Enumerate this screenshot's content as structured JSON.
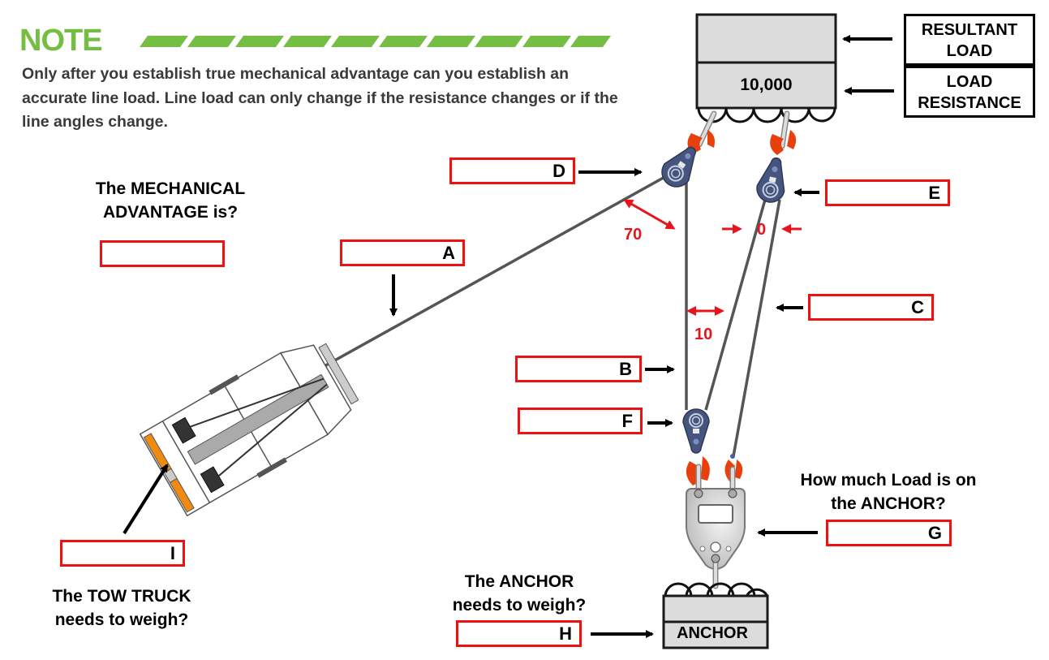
{
  "note": {
    "title": "NOTE",
    "body": "Only after you establish true mechanical advantage can you establish an accurate line load. Line load can only change if the resistance changes or if the line angles change."
  },
  "questions": {
    "mechanical_advantage": "The MECHANICAL ADVANTAGE is?",
    "tow_truck": "The TOW TRUCK needs to weigh?",
    "anchor_weigh": "The ANCHOR needs to weigh?",
    "anchor_load": "How much Load is on the ANCHOR?"
  },
  "answer_boxes": {
    "mechanical_advantage": "",
    "A": "A",
    "B": "B",
    "C": "C",
    "D": "D",
    "E": "E",
    "F": "F",
    "G": "G",
    "H": "H",
    "I": "I"
  },
  "load_block": {
    "resultant_value": "",
    "resistance_value": "10,000",
    "resultant_label": "RESULTANT LOAD",
    "resistance_label": "LOAD RESISTANCE"
  },
  "anchor_block": {
    "label": "ANCHOR"
  },
  "angles": {
    "d_angle": "70",
    "e_angle": "0",
    "f_angle": "10"
  },
  "colors": {
    "accent_green": "#76bd43",
    "box_red": "#ee1111",
    "angle_red": "#e8141b",
    "pulley_blue": "#45557e",
    "hook_orange": "#e8400c"
  }
}
